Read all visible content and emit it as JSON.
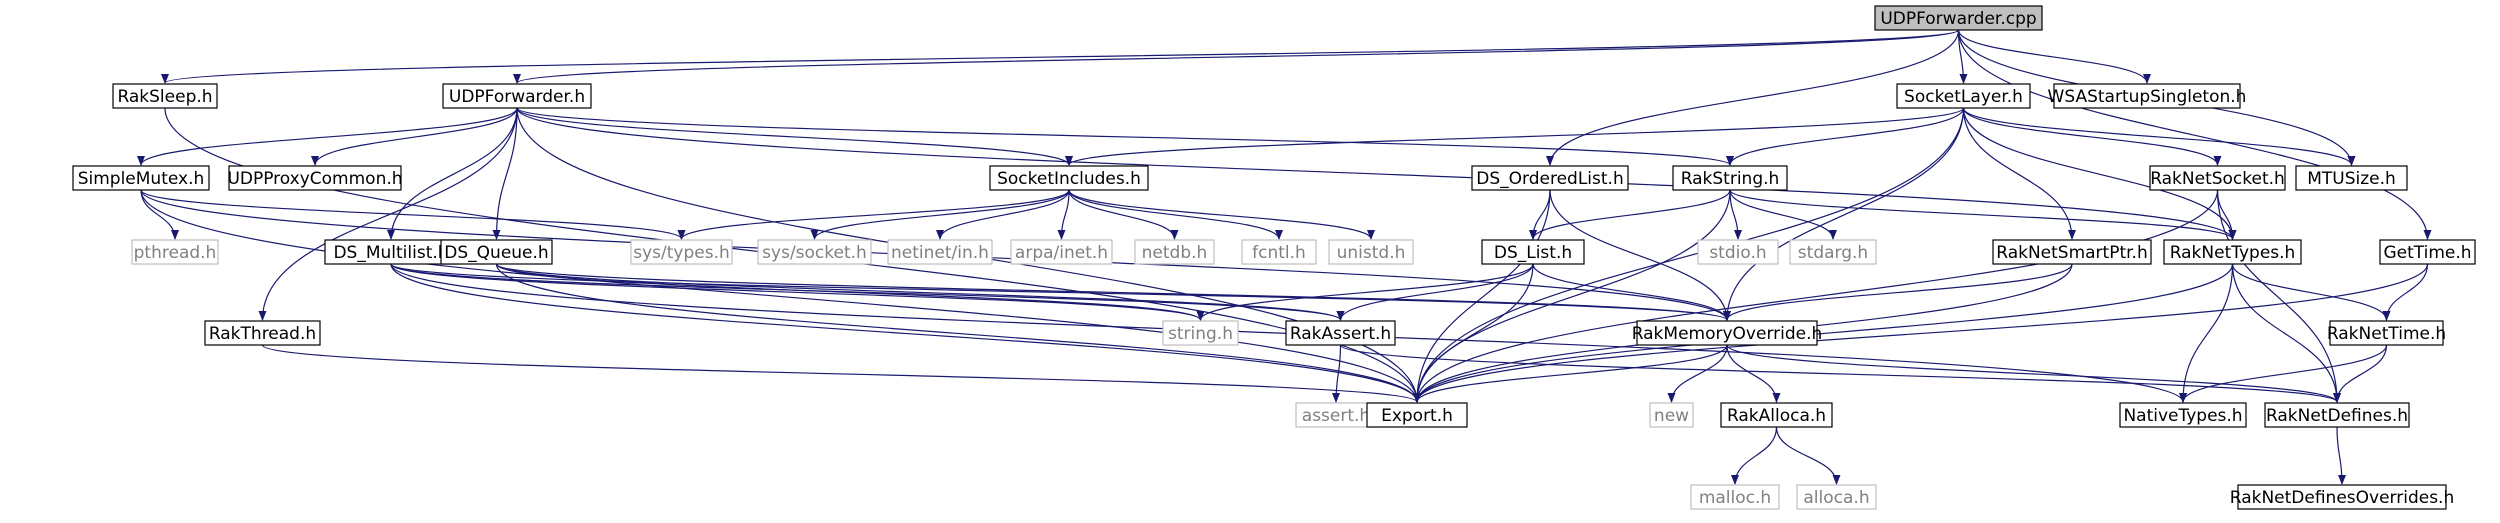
{
  "diagram": {
    "colors": {
      "edge": "#191970",
      "node_border": "#000000",
      "root_fill": "#bfbfbf",
      "ext_border": "#bfbfbf",
      "ext_text": "#808080",
      "text": "#000000"
    },
    "nodes": [
      {
        "id": "udpforwarder_cpp",
        "label": "UDPForwarder.cpp",
        "kind": "root"
      },
      {
        "id": "raksleep_h",
        "label": "RakSleep.h",
        "kind": "local"
      },
      {
        "id": "udpforwarder_h",
        "label": "UDPForwarder.h",
        "kind": "local"
      },
      {
        "id": "socketlayer_h",
        "label": "SocketLayer.h",
        "kind": "local"
      },
      {
        "id": "wsastartup_h",
        "label": "WSAStartupSingleton.h",
        "kind": "local"
      },
      {
        "id": "simplemutex_h",
        "label": "SimpleMutex.h",
        "kind": "local"
      },
      {
        "id": "udpproxycommon_h",
        "label": "UDPProxyCommon.h",
        "kind": "local"
      },
      {
        "id": "socketincludes_h",
        "label": "SocketIncludes.h",
        "kind": "local"
      },
      {
        "id": "ds_orderedlist_h",
        "label": "DS_OrderedList.h",
        "kind": "local"
      },
      {
        "id": "rakstring_h",
        "label": "RakString.h",
        "kind": "local"
      },
      {
        "id": "raknetsocket_h",
        "label": "RakNetSocket.h",
        "kind": "local"
      },
      {
        "id": "mtusize_h",
        "label": "MTUSize.h",
        "kind": "local"
      },
      {
        "id": "pthread_h",
        "label": "pthread.h",
        "kind": "external"
      },
      {
        "id": "sys_types_h",
        "label": "sys/types.h",
        "kind": "external"
      },
      {
        "id": "sys_socket_h",
        "label": "sys/socket.h",
        "kind": "external"
      },
      {
        "id": "netinet_in_h",
        "label": "netinet/in.h",
        "kind": "external"
      },
      {
        "id": "arpa_inet_h",
        "label": "arpa/inet.h",
        "kind": "external"
      },
      {
        "id": "netdb_h",
        "label": "netdb.h",
        "kind": "external"
      },
      {
        "id": "fcntl_h",
        "label": "fcntl.h",
        "kind": "external"
      },
      {
        "id": "unistd_h",
        "label": "unistd.h",
        "kind": "external"
      },
      {
        "id": "stdio_h",
        "label": "stdio.h",
        "kind": "external"
      },
      {
        "id": "stdarg_h",
        "label": "stdarg.h",
        "kind": "external"
      },
      {
        "id": "ds_multilist_h",
        "label": "DS_Multilist.h",
        "kind": "local"
      },
      {
        "id": "ds_queue_h",
        "label": "DS_Queue.h",
        "kind": "local"
      },
      {
        "id": "ds_list_h",
        "label": "DS_List.h",
        "kind": "local"
      },
      {
        "id": "raknetsmartptr_h",
        "label": "RakNetSmartPtr.h",
        "kind": "local"
      },
      {
        "id": "raknettypes_h",
        "label": "RakNetTypes.h",
        "kind": "local"
      },
      {
        "id": "gettime_h",
        "label": "GetTime.h",
        "kind": "local"
      },
      {
        "id": "rakthread_h",
        "label": "RakThread.h",
        "kind": "local"
      },
      {
        "id": "string_h",
        "label": "string.h",
        "kind": "external"
      },
      {
        "id": "rakassert_h",
        "label": "RakAssert.h",
        "kind": "local"
      },
      {
        "id": "rakmemoryoverride_h",
        "label": "RakMemoryOverride.h",
        "kind": "local"
      },
      {
        "id": "raknettime_h",
        "label": "RakNetTime.h",
        "kind": "local"
      },
      {
        "id": "assert_h",
        "label": "assert.h",
        "kind": "external"
      },
      {
        "id": "export_h",
        "label": "Export.h",
        "kind": "local"
      },
      {
        "id": "new",
        "label": "new",
        "kind": "external"
      },
      {
        "id": "rakalloca_h",
        "label": "RakAlloca.h",
        "kind": "local"
      },
      {
        "id": "nativetypes_h",
        "label": "NativeTypes.h",
        "kind": "local"
      },
      {
        "id": "raknetdefines_h",
        "label": "RakNetDefines.h",
        "kind": "local"
      },
      {
        "id": "malloc_h",
        "label": "malloc.h",
        "kind": "external"
      },
      {
        "id": "alloca_h",
        "label": "alloca.h",
        "kind": "external"
      },
      {
        "id": "raknetdefinesoverrides_h",
        "label": "RakNetDefinesOverrides.h",
        "kind": "local"
      }
    ],
    "edges": [
      [
        "udpforwarder_cpp",
        "raksleep_h"
      ],
      [
        "udpforwarder_cpp",
        "udpforwarder_h"
      ],
      [
        "udpforwarder_cpp",
        "socketlayer_h"
      ],
      [
        "udpforwarder_cpp",
        "wsastartup_h"
      ],
      [
        "udpforwarder_cpp",
        "ds_orderedlist_h"
      ],
      [
        "udpforwarder_cpp",
        "mtusize_h"
      ],
      [
        "udpforwarder_cpp",
        "gettime_h"
      ],
      [
        "raksleep_h",
        "export_h"
      ],
      [
        "udpforwarder_h",
        "simplemutex_h"
      ],
      [
        "udpforwarder_h",
        "udpproxycommon_h"
      ],
      [
        "udpforwarder_h",
        "socketincludes_h"
      ],
      [
        "udpforwarder_h",
        "rakstring_h"
      ],
      [
        "udpforwarder_h",
        "raknettypes_h"
      ],
      [
        "udpforwarder_h",
        "ds_multilist_h"
      ],
      [
        "udpforwarder_h",
        "ds_queue_h"
      ],
      [
        "udpforwarder_h",
        "rakthread_h"
      ],
      [
        "udpforwarder_h",
        "export_h"
      ],
      [
        "socketlayer_h",
        "socketincludes_h"
      ],
      [
        "socketlayer_h",
        "rakstring_h"
      ],
      [
        "socketlayer_h",
        "raknetsocket_h"
      ],
      [
        "socketlayer_h",
        "mtusize_h"
      ],
      [
        "socketlayer_h",
        "raknetsmartptr_h"
      ],
      [
        "socketlayer_h",
        "raknettypes_h"
      ],
      [
        "socketlayer_h",
        "rakmemoryoverride_h"
      ],
      [
        "socketlayer_h",
        "export_h"
      ],
      [
        "simplemutex_h",
        "pthread_h"
      ],
      [
        "simplemutex_h",
        "sys_types_h"
      ],
      [
        "simplemutex_h",
        "rakmemoryoverride_h"
      ],
      [
        "simplemutex_h",
        "export_h"
      ],
      [
        "socketincludes_h",
        "sys_types_h"
      ],
      [
        "socketincludes_h",
        "sys_socket_h"
      ],
      [
        "socketincludes_h",
        "netinet_in_h"
      ],
      [
        "socketincludes_h",
        "arpa_inet_h"
      ],
      [
        "socketincludes_h",
        "netdb_h"
      ],
      [
        "socketincludes_h",
        "fcntl_h"
      ],
      [
        "socketincludes_h",
        "unistd_h"
      ],
      [
        "ds_orderedlist_h",
        "ds_list_h"
      ],
      [
        "ds_orderedlist_h",
        "rakmemoryoverride_h"
      ],
      [
        "ds_orderedlist_h",
        "export_h"
      ],
      [
        "rakstring_h",
        "stdio_h"
      ],
      [
        "rakstring_h",
        "stdarg_h"
      ],
      [
        "rakstring_h",
        "ds_list_h"
      ],
      [
        "rakstring_h",
        "raknettypes_h"
      ],
      [
        "rakstring_h",
        "export_h"
      ],
      [
        "raknetsocket_h",
        "raknettypes_h"
      ],
      [
        "raknetsocket_h",
        "raknetdefines_h"
      ],
      [
        "raknetsocket_h",
        "export_h"
      ],
      [
        "ds_multilist_h",
        "string_h"
      ],
      [
        "ds_multilist_h",
        "rakassert_h"
      ],
      [
        "ds_multilist_h",
        "rakmemoryoverride_h"
      ],
      [
        "ds_multilist_h",
        "export_h"
      ],
      [
        "ds_multilist_h",
        "nativetypes_h"
      ],
      [
        "ds_queue_h",
        "string_h"
      ],
      [
        "ds_queue_h",
        "rakassert_h"
      ],
      [
        "ds_queue_h",
        "rakmemoryoverride_h"
      ],
      [
        "ds_queue_h",
        "export_h"
      ],
      [
        "ds_list_h",
        "string_h"
      ],
      [
        "ds_list_h",
        "rakassert_h"
      ],
      [
        "ds_list_h",
        "rakmemoryoverride_h"
      ],
      [
        "ds_list_h",
        "export_h"
      ],
      [
        "raknetsmartptr_h",
        "rakmemoryoverride_h"
      ],
      [
        "raknetsmartptr_h",
        "export_h"
      ],
      [
        "raknettypes_h",
        "raknettime_h"
      ],
      [
        "raknettypes_h",
        "nativetypes_h"
      ],
      [
        "raknettypes_h",
        "raknetdefines_h"
      ],
      [
        "raknettypes_h",
        "export_h"
      ],
      [
        "gettime_h",
        "raknettime_h"
      ],
      [
        "gettime_h",
        "export_h"
      ],
      [
        "rakthread_h",
        "export_h"
      ],
      [
        "rakassert_h",
        "assert_h"
      ],
      [
        "rakassert_h",
        "raknetdefines_h"
      ],
      [
        "rakmemoryoverride_h",
        "export_h"
      ],
      [
        "rakmemoryoverride_h",
        "new"
      ],
      [
        "rakmemoryoverride_h",
        "rakalloca_h"
      ],
      [
        "rakmemoryoverride_h",
        "raknetdefines_h"
      ],
      [
        "raknettime_h",
        "nativetypes_h"
      ],
      [
        "raknettime_h",
        "raknetdefines_h"
      ],
      [
        "rakalloca_h",
        "malloc_h"
      ],
      [
        "rakalloca_h",
        "alloca_h"
      ],
      [
        "raknetdefines_h",
        "raknetdefinesoverrides_h"
      ]
    ]
  }
}
